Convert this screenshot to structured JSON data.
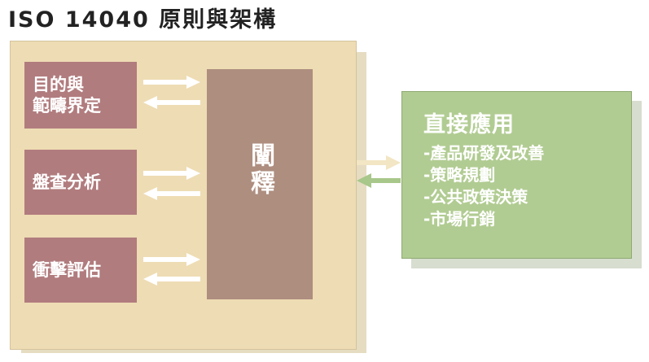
{
  "title": "ISO 14040 原則與架構",
  "phases": [
    {
      "label_lines": [
        "目的與",
        "範疇界定"
      ]
    },
    {
      "label_lines": [
        "盤查分析"
      ]
    },
    {
      "label_lines": [
        "衝擊評估"
      ]
    }
  ],
  "interpretation": {
    "label": "闡釋"
  },
  "applications": {
    "title": "直接應用",
    "items": [
      "-產品研發及改善",
      "-策略規劃",
      "-公共政策決策",
      "-市場行銷"
    ]
  },
  "colors": {
    "framework_bg": "#eedcb4",
    "phase_box": "#b17c7e",
    "interpretation_box": "#ae8e7f",
    "applications_bg": "#b1cc92",
    "arrow_white": "#ffffff",
    "arrow_tan": "#f2e6c4",
    "arrow_green": "#a8c78a"
  }
}
